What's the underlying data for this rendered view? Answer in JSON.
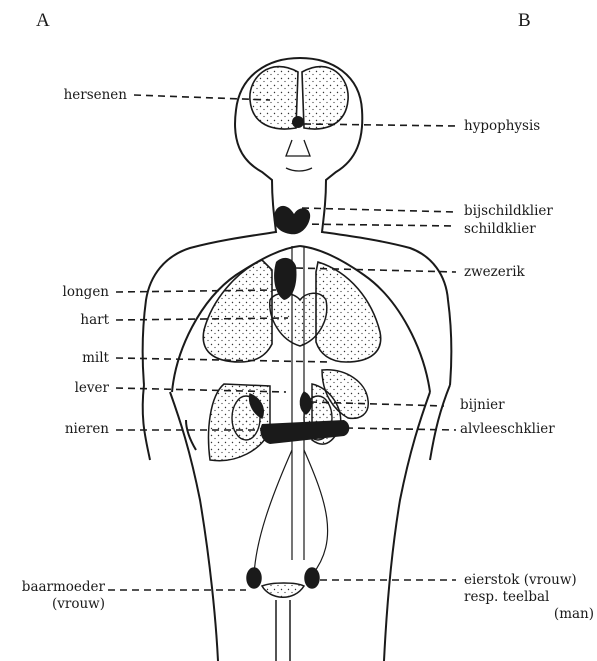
{
  "panels": {
    "left": "A",
    "right": "B"
  },
  "labels_left": {
    "hersenen": "hersenen",
    "longen": "longen",
    "hart": "hart",
    "milt": "milt",
    "lever": "lever",
    "nieren": "nieren",
    "baarmoeder": "baarmoeder",
    "baarmoeder_sub": "(vrouw)"
  },
  "labels_right": {
    "hypophysis": "hypophysis",
    "bijschildklier": "bijschildklier",
    "schildklier": "schildklier",
    "zwezerik": "zwezerik",
    "bijnier": "bijnier",
    "alvleesklier": "alvleeschklier",
    "eierstok": "eierstok (vrouw)",
    "teelbal": "resp. teelbal",
    "man": "(man)"
  },
  "colors": {
    "ink": "#1a1a1a",
    "paper": "#ffffff"
  }
}
